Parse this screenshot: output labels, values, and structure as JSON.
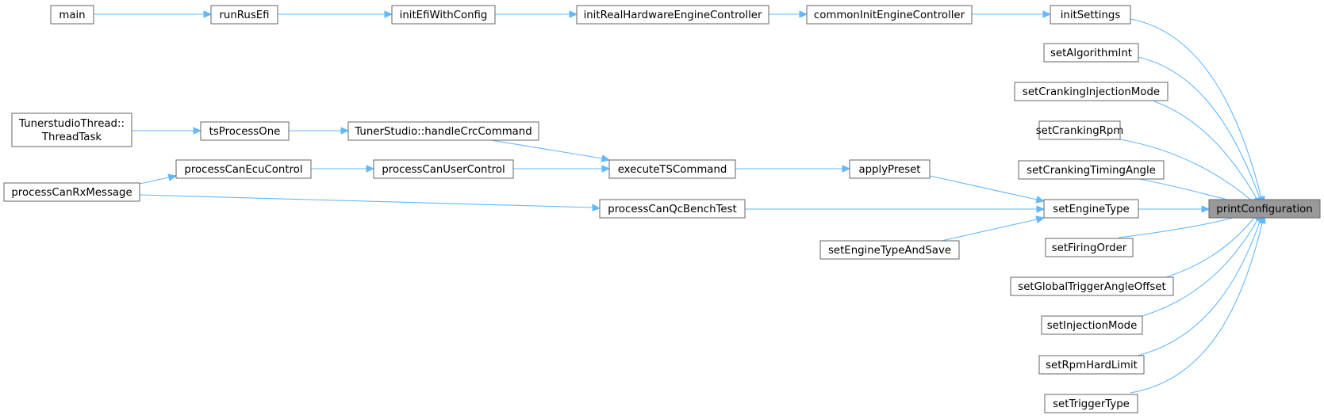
{
  "graph": {
    "nodes": {
      "main": "main",
      "runRusEfi": "runRusEfi",
      "initEfiWithConfig": "initEfiWithConfig",
      "initRealHardwareEngineController": "initRealHardwareEngineController",
      "commonInitEngineController": "commonInitEngineController",
      "initSettings": "initSettings",
      "setAlgorithmInt": "setAlgorithmInt",
      "setCrankingInjectionMode": "setCrankingInjectionMode",
      "setCrankingRpm": "setCrankingRpm",
      "setCrankingTimingAngle": "setCrankingTimingAngle",
      "setEngineType": "setEngineType",
      "printConfiguration": "printConfiguration",
      "setFiringOrder": "setFiringOrder",
      "setGlobalTriggerAngleOffset": "setGlobalTriggerAngleOffset",
      "setInjectionMode": "setInjectionMode",
      "setRpmHardLimit": "setRpmHardLimit",
      "setTriggerType": "setTriggerType",
      "tunerstudioThreadLine1": "TunerstudioThread::",
      "tunerstudioThreadLine2": "ThreadTask",
      "tsProcessOne": "tsProcessOne",
      "handleCrcCommand": "TunerStudio::handleCrcCommand",
      "processCanEcuControl": "processCanEcuControl",
      "processCanUserControl": "processCanUserControl",
      "executeTSCommand": "executeTSCommand",
      "applyPreset": "applyPreset",
      "processCanRxMessage": "processCanRxMessage",
      "processCanQcBenchTest": "processCanQcBenchTest",
      "setEngineTypeAndSave": "setEngineTypeAndSave"
    }
  },
  "colors": {
    "edge": "#63b8ff",
    "node_border": "#666666",
    "root_fill": "#999999"
  }
}
